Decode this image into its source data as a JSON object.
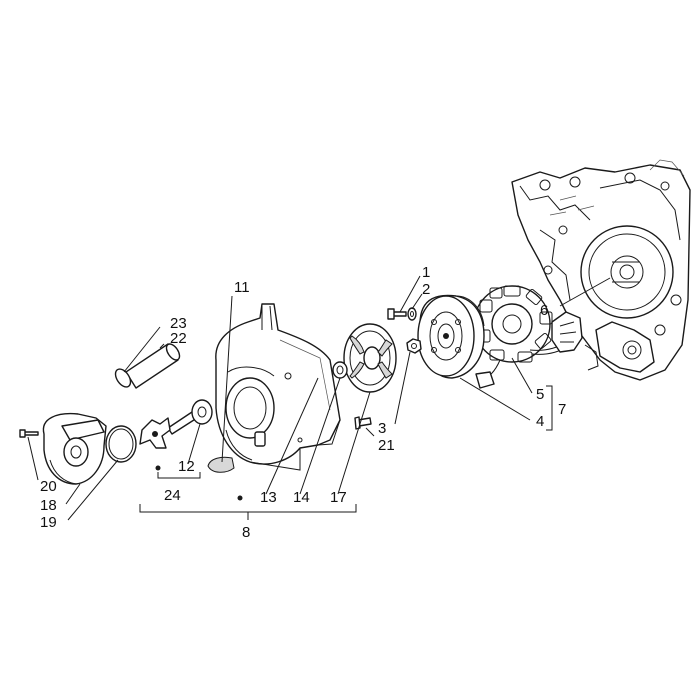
{
  "diagram": {
    "labels": {
      "l1": "1",
      "l2": "2",
      "l3": "3",
      "l4": "4",
      "l5": "5",
      "l6": "6",
      "l7": "7",
      "l8": "8",
      "l11": "11",
      "l12": "12",
      "l13": "13",
      "l14": "14",
      "l17": "17",
      "l18": "18",
      "l19": "19",
      "l20": "20",
      "l21": "21",
      "l22": "22",
      "l23": "23",
      "l24": "24"
    }
  }
}
